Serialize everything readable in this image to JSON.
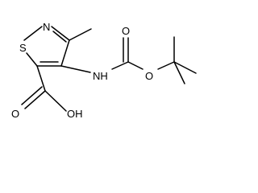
{
  "molecule": {
    "atoms": {
      "sulfur": "S",
      "ring_nitrogen": "N",
      "amide_nitrogen_h": "NH",
      "ester_oxygen": "O",
      "carbonyl_oxygen": "O",
      "acid_carbonyl_oxygen": "O",
      "acid_hydroxyl": "OH"
    }
  }
}
